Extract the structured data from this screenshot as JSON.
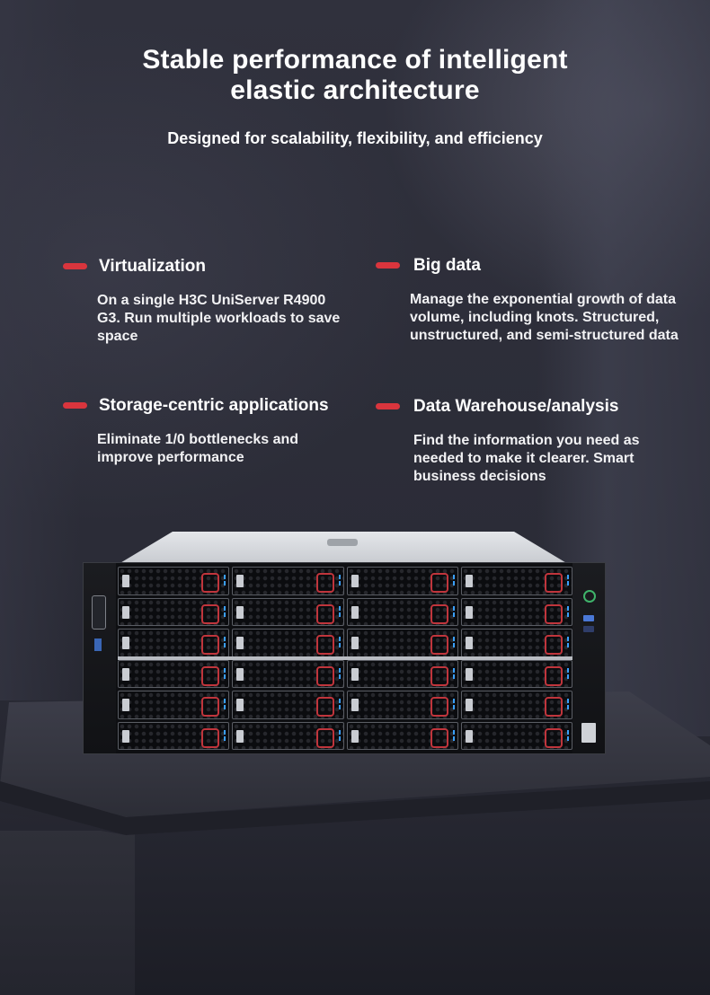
{
  "header": {
    "title": "Stable performance of intelligent\nelastic architecture",
    "subtitle": "Designed for scalability, flexibility, and efficiency"
  },
  "features": [
    {
      "title": "Virtualization",
      "description": "On a single H3C UniServer R4900 G3. Run multiple workloads to save space"
    },
    {
      "title": "Big data",
      "description": "Manage the exponential growth of data volume, including knots. Structured, unstructured, and semi-structured data"
    },
    {
      "title": "Storage-centric applications",
      "description": "Eliminate 1/0 bottlenecks and improve performance"
    },
    {
      "title": "Data Warehouse/analysis",
      "description": "Find the information you need as needed to make it clearer. Smart business decisions"
    }
  ],
  "colors": {
    "accent": "#d9353d",
    "background": "#2c2d39",
    "text": "#ffffff"
  },
  "image": {
    "subject": "rack server on pedestal",
    "drive_bays": 24
  }
}
